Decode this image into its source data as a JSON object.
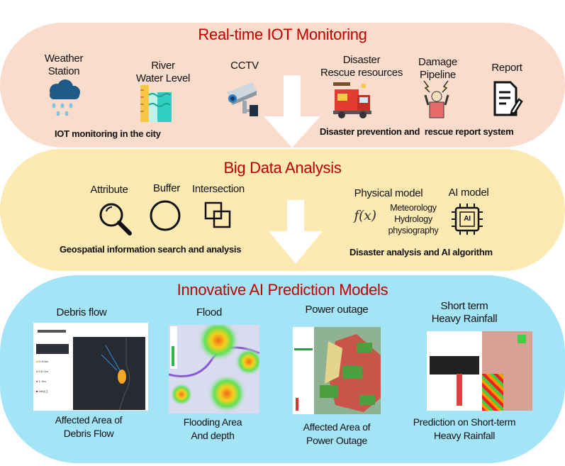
{
  "section1": {
    "title": "Real-time IOT Monitoring",
    "items": [
      "Weather\nStation",
      "River\nWater Level",
      "CCTV",
      "Disaster\nRescue resources",
      "Damage\nPipeline",
      "Report"
    ],
    "left_caption": "IOT monitoring in the city",
    "right_caption": "Disaster prevention and  rescue report system"
  },
  "section2": {
    "title": "Big Data Analysis",
    "items": [
      "Attribute",
      "Buffer",
      "Intersection",
      "Physical model",
      "AI model"
    ],
    "formula": "f(x)",
    "physical_factors": "Meteorology\nHydrology\nphysiography",
    "ai_chip_label": "AI",
    "left_caption": "Geospatial information search and analysis",
    "right_caption": "Disaster analysis and AI algorithm"
  },
  "section3": {
    "title": "Innovative AI Prediction Models",
    "models": [
      {
        "title": "Debris flow",
        "caption": "Affected Area of\nDebris Flow"
      },
      {
        "title": "Flood",
        "caption": "Flooding Area\nAnd depth"
      },
      {
        "title": "Power outage",
        "caption": "Affected Area of\nPower Outage"
      },
      {
        "title": "Short term\nHeavy Rainfall",
        "caption": "Prediction on Short-term\nHeavy Rainfall"
      }
    ],
    "debris_legend": [
      "0~0.5m",
      "0.5~1m",
      "1~2m",
      "2m以上"
    ]
  },
  "colors": {
    "title": "#c00000",
    "pill1": "#fadccc",
    "pill2": "#fde9b2",
    "pill3": "#a3e4f6"
  }
}
